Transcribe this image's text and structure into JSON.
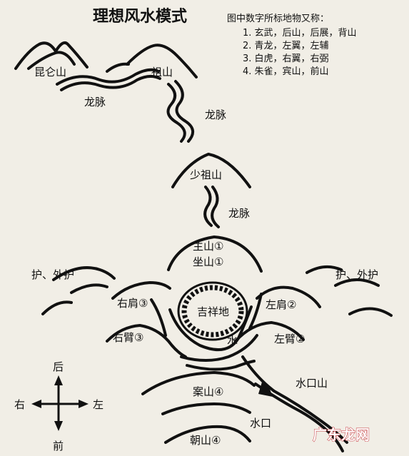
{
  "title": "理想风水模式",
  "legend": {
    "heading": "图中数字所标地物又称：",
    "items": [
      "1.  玄武，后山，后展，背山",
      "2.  青龙，左翼，左辅",
      "3.  白虎，右翼，右弼",
      "4.  朱雀，宾山，前山"
    ]
  },
  "labels": {
    "kunlun": "昆仑山",
    "zushan": "祖山",
    "longmai": "龙脉",
    "shaozushan": "少祖山",
    "zhushan": "主山①",
    "zuoshan": "坐山①",
    "hu_left": "护、外护",
    "hu_right": "护、外护",
    "youjian": "右肩③",
    "zuojian": "左肩②",
    "jixiangdi": "吉祥地",
    "shui": "水",
    "youbi": "右臂③",
    "zuobi": "左臂②",
    "shuikoushan": "水口山",
    "anshan": "案山④",
    "shuikou": "水口",
    "chaoshan": "朝山④"
  },
  "compass": {
    "up": "后",
    "down": "前",
    "left": "右",
    "right": "左"
  },
  "watermark": "广东龙网"
}
